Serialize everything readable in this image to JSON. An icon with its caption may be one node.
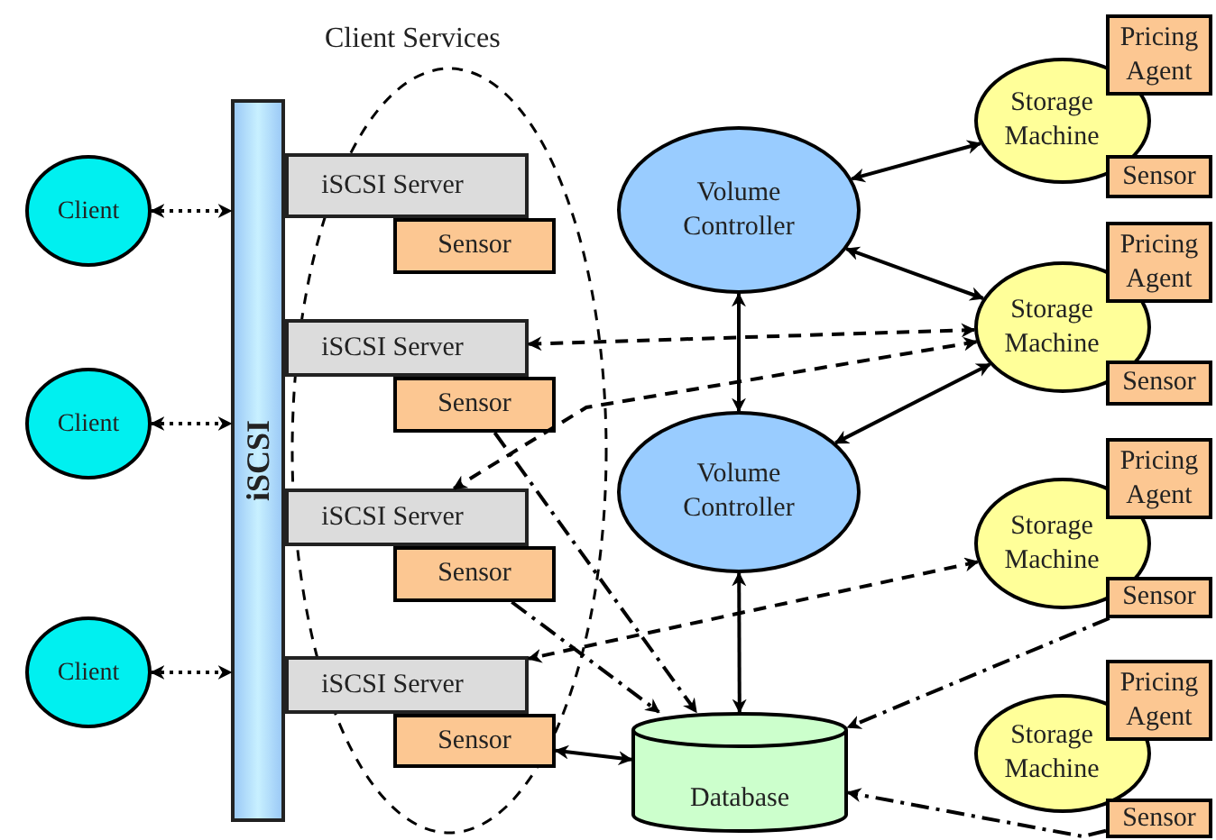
{
  "diagram": {
    "nodes": [
      {
        "text": [
          "Client"
        ]
      },
      {
        "text": [
          "Client"
        ]
      },
      {
        "text": [
          "Client"
        ]
      },
      {
        "text": [
          "iSCSI"
        ]
      },
      {
        "text": [
          "Client Services"
        ]
      },
      {
        "text": [
          "iSCSI Server"
        ],
        "in": 4
      },
      {
        "text": [
          "Sensor"
        ],
        "in": 4
      },
      {
        "text": [
          "iSCSI Server"
        ],
        "in": 4
      },
      {
        "text": [
          "Sensor"
        ],
        "in": 4
      },
      {
        "text": [
          "iSCSI Server"
        ],
        "in": 4
      },
      {
        "text": [
          "Sensor"
        ],
        "in": 4
      },
      {
        "text": [
          "iSCSI Server"
        ],
        "in": 4
      },
      {
        "text": [
          "Sensor"
        ],
        "in": 4
      },
      {
        "text": [
          "Volume Controller"
        ]
      },
      {
        "text": [
          "Volume Controller"
        ]
      },
      {
        "text": [
          "Database"
        ]
      },
      {
        "text": [
          "Storage Machine"
        ]
      },
      {
        "text": [
          "Pricing Agent"
        ]
      },
      {
        "text": [
          "Sensor"
        ]
      },
      {
        "text": [
          "Storage Machine"
        ]
      },
      {
        "text": [
          "Pricing Agent"
        ]
      },
      {
        "text": [
          "Sensor"
        ]
      },
      {
        "text": [
          "Storage Machine"
        ]
      },
      {
        "text": [
          "Pricing Agent"
        ]
      },
      {
        "text": [
          "Sensor"
        ]
      },
      {
        "text": [
          "Storage Machine"
        ]
      },
      {
        "text": [
          "Pricing Agent"
        ]
      },
      {
        "text": [
          "Sensor"
        ]
      }
    ],
    "edges": [
      {
        "from": 0,
        "to": 3,
        "arrow": "both",
        "style": "dashed"
      },
      {
        "from": 1,
        "to": 3,
        "arrow": "both",
        "style": "dashed"
      },
      {
        "from": 2,
        "to": 3,
        "arrow": "both",
        "style": "dashed"
      },
      {
        "from": 13,
        "to": 16,
        "arrow": "both"
      },
      {
        "from": 13,
        "to": 19,
        "arrow": "both"
      },
      {
        "from": 13,
        "to": 14,
        "arrow": "both"
      },
      {
        "from": 19,
        "to": 7,
        "arrow": "both",
        "style": "dashed"
      },
      {
        "from": 19,
        "to": 9,
        "arrow": "both",
        "style": "dashed"
      },
      {
        "from": 14,
        "to": 19,
        "arrow": "both"
      },
      {
        "from": 22,
        "to": 11,
        "arrow": "both",
        "style": "dashed"
      },
      {
        "from": 14,
        "to": 15,
        "arrow": "both"
      },
      {
        "from": 12,
        "to": 15,
        "arrow": "both"
      },
      {
        "from": 8,
        "to": 15,
        "arrow": "to",
        "style": "dashed"
      },
      {
        "from": 10,
        "to": 15,
        "arrow": "to",
        "style": "dashed"
      },
      {
        "from": 24,
        "to": 15,
        "arrow": "to",
        "style": "dashed"
      },
      {
        "from": 27,
        "to": 15,
        "arrow": "to",
        "style": "dashed"
      }
    ]
  }
}
